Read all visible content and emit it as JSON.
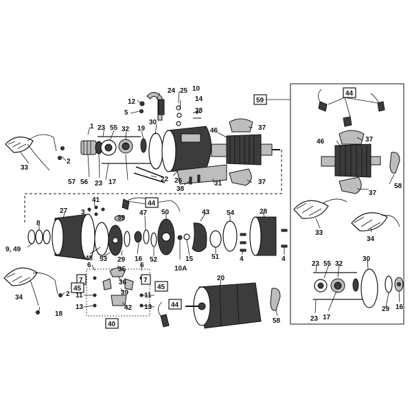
{
  "callouts": {
    "c24": "24",
    "c25": "25",
    "c10": "10",
    "c12": "12",
    "c14": "14",
    "c5": "5",
    "c38a": "38",
    "c1": "1",
    "c23a": "23",
    "c55a": "55",
    "c32a": "32",
    "c19": "19",
    "c30a": "30",
    "c46a": "46",
    "c37a": "37",
    "c33a": "33",
    "c2a": "2",
    "c57": "57",
    "c56": "56",
    "c23b": "23",
    "c17a": "17",
    "c22": "22",
    "c26": "26",
    "c38b": "38",
    "c31": "31",
    "c37b": "37",
    "c41": "41",
    "c3": "3",
    "c27": "27",
    "c39a": "39",
    "c47": "47",
    "c50": "50",
    "c43": "43",
    "c54": "54",
    "c28": "28",
    "c8": "8",
    "c9_49": "9, 49",
    "c48": "48",
    "c53": "53",
    "c29a": "29",
    "c16a": "16",
    "c52": "52",
    "c10a": "10A",
    "c15": "15",
    "c51": "51",
    "c4a": "4",
    "c4b": "4",
    "c6a": "6",
    "c35": "35",
    "c6b": "6",
    "c36": "36",
    "c11a": "11",
    "c11b": "11",
    "c39b": "39",
    "c13a": "13",
    "c13b": "13",
    "c42": "42",
    "c34a": "34",
    "c2b": "2",
    "c18": "18",
    "c20": "20",
    "c58a": "58",
    "c46b": "46",
    "c37c": "37",
    "c58b": "58",
    "c37d": "37",
    "c33b": "33",
    "c34b": "34",
    "c23c": "23",
    "c55b": "55",
    "c32b": "32",
    "c30b": "30",
    "c23d": "23",
    "c17b": "17",
    "c29b": "29",
    "c16b": "16"
  },
  "boxes": {
    "b59": "59",
    "b44a": "44",
    "b44b": "44",
    "b44c": "44",
    "b7a": "7",
    "b7b": "7",
    "b45a": "45",
    "b45b": "45",
    "b40": "40"
  }
}
